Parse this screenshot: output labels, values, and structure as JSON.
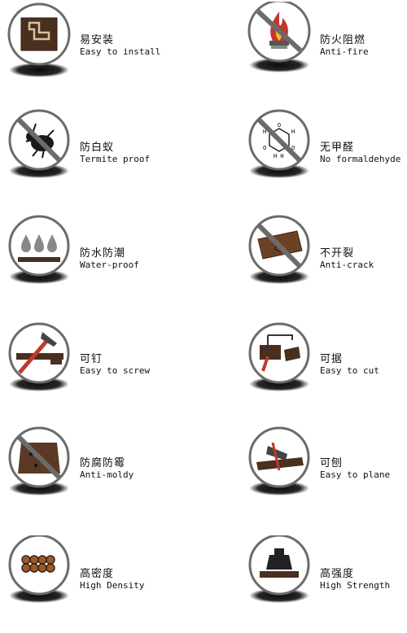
{
  "features": [
    {
      "id": "install",
      "zh": "易安装",
      "en": "Easy to install",
      "icon": "wood-joint-icon"
    },
    {
      "id": "fire",
      "zh": "防火阻燃",
      "en": "Anti-fire",
      "icon": "no-fire-icon"
    },
    {
      "id": "termite",
      "zh": "防白蚁",
      "en": "Termite proof",
      "icon": "no-termite-icon"
    },
    {
      "id": "formaldehyde",
      "zh": "无甲醛",
      "en": "No formaldehyde",
      "icon": "no-formaldehyde-icon"
    },
    {
      "id": "water",
      "zh": "防水防潮",
      "en": "Water-proof",
      "icon": "water-drops-icon"
    },
    {
      "id": "crack",
      "zh": "不开裂",
      "en": "Anti-crack",
      "icon": "no-crack-icon"
    },
    {
      "id": "screw",
      "zh": "可钉",
      "en": "Easy to screw",
      "icon": "hammer-icon"
    },
    {
      "id": "cut",
      "zh": "可据",
      "en": "Easy to cut",
      "icon": "saw-icon"
    },
    {
      "id": "mold",
      "zh": "防腐防霉",
      "en": "Anti-moldy",
      "icon": "no-mold-icon"
    },
    {
      "id": "plane",
      "zh": "可刨",
      "en": "Easy to plane",
      "icon": "plane-icon"
    },
    {
      "id": "density",
      "zh": "高密度",
      "en": "High Density",
      "icon": "logs-icon"
    },
    {
      "id": "strength",
      "zh": "高强度",
      "en": "High Strength",
      "icon": "weight-icon"
    }
  ]
}
